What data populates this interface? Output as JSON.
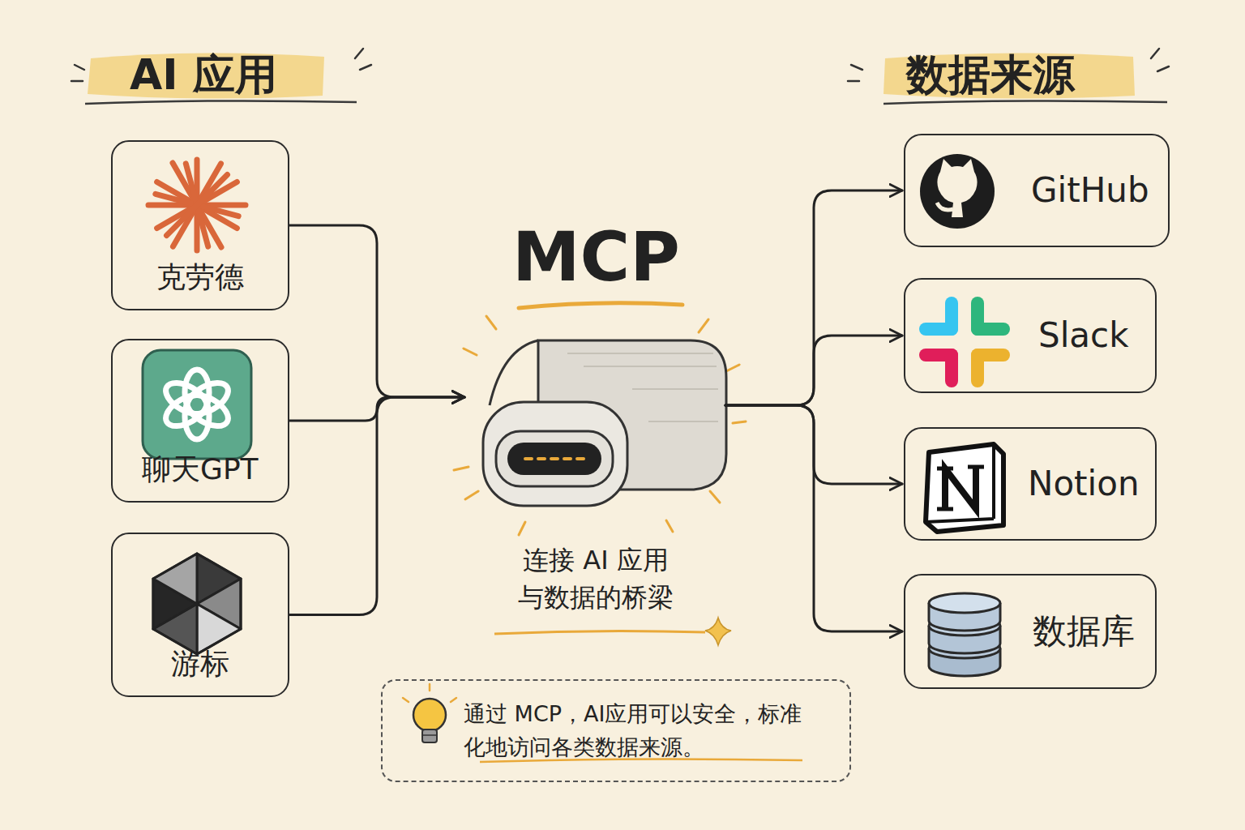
{
  "diagram": {
    "nodes": [
      {
        "text": [
          "克劳德"
        ]
      },
      {
        "text": [
          "聊天GPT"
        ]
      },
      {
        "text": [
          "游标"
        ]
      },
      {
        "text": [
          "MCP",
          "连接 AI 应用 与数据的桥梁"
        ]
      },
      {
        "text": [
          "GitHub"
        ]
      },
      {
        "text": [
          "Slack"
        ]
      },
      {
        "text": [
          "Notion"
        ]
      },
      {
        "text": [
          "数据库"
        ]
      },
      {
        "text": [
          "通过 MCP，AI应用可以安全，标准化地访问各类数据来源。"
        ]
      }
    ],
    "edges": [
      {
        "from": 0,
        "to": 3,
        "arrow": "to"
      },
      {
        "from": 1,
        "to": 3,
        "arrow": "to"
      },
      {
        "from": 2,
        "to": 3,
        "arrow": "to"
      },
      {
        "from": 3,
        "to": 4,
        "arrow": "to"
      },
      {
        "from": 3,
        "to": 5,
        "arrow": "to"
      },
      {
        "from": 3,
        "to": 6,
        "arrow": "to"
      },
      {
        "from": 3,
        "to": 7,
        "arrow": "to"
      }
    ],
    "labels": [
      "AI 应用",
      "数据来源"
    ]
  }
}
